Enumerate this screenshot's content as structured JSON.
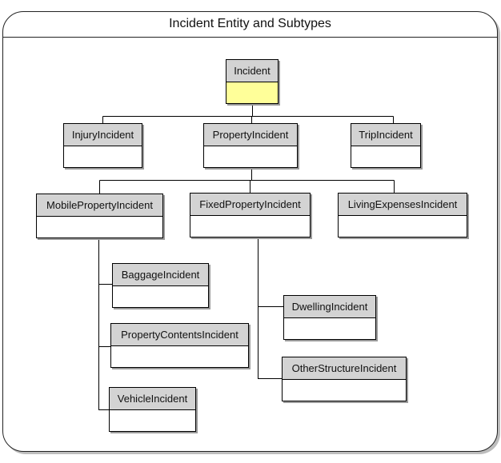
{
  "diagram": {
    "title": "Incident Entity and Subtypes",
    "entities": {
      "incident": "Incident",
      "injury": "InjuryIncident",
      "property": "PropertyIncident",
      "trip": "TripIncident",
      "mobile_property": "MobilePropertyIncident",
      "fixed_property": "FixedPropertyIncident",
      "living_expenses": "LivingExpensesIncident",
      "baggage": "BaggageIncident",
      "property_contents": "PropertyContentsIncident",
      "vehicle": "VehicleIncident",
      "dwelling": "DwellingIncident",
      "other_structure": "OtherStructureIncident"
    },
    "relationships": [
      {
        "parent": "incident",
        "children": [
          "injury",
          "property",
          "trip"
        ]
      },
      {
        "parent": "property",
        "children": [
          "mobile_property",
          "fixed_property",
          "living_expenses"
        ]
      },
      {
        "parent": "mobile_property",
        "children": [
          "baggage",
          "property_contents",
          "vehicle"
        ]
      },
      {
        "parent": "fixed_property",
        "children": [
          "dwelling",
          "other_structure"
        ]
      }
    ],
    "colors": {
      "header_fill": "#d3d3d3",
      "root_body_fill": "#ffff99",
      "line": "#000000"
    }
  }
}
